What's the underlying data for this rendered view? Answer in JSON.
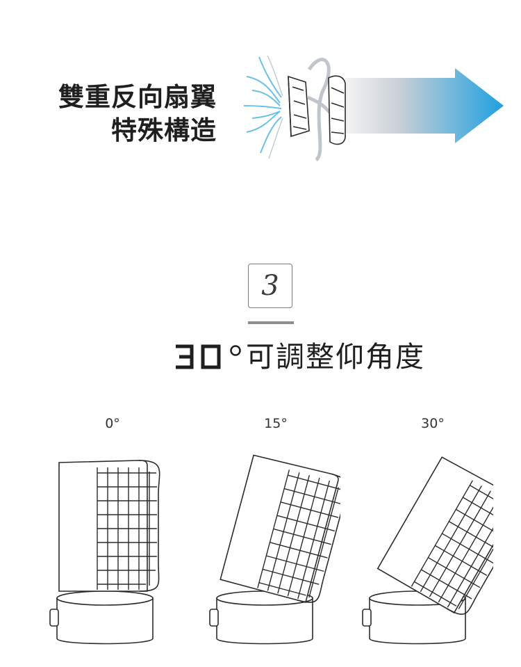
{
  "headline": {
    "line1": "雙重反向扇翼",
    "line2": "特殊構造"
  },
  "section": {
    "badge_number": "3",
    "title_suffix": "可調整仰角度"
  },
  "angles": [
    {
      "label": "0°",
      "tilt_degrees": 0
    },
    {
      "label": "15°",
      "tilt_degrees": 15
    },
    {
      "label": "30°",
      "tilt_degrees": 30
    }
  ],
  "colors": {
    "arrow_blue": "#1fa0e0",
    "arrow_grey": "#d8d8d8",
    "line_art": "#2b2b2b",
    "wind_blue": "#4fb6e6"
  }
}
